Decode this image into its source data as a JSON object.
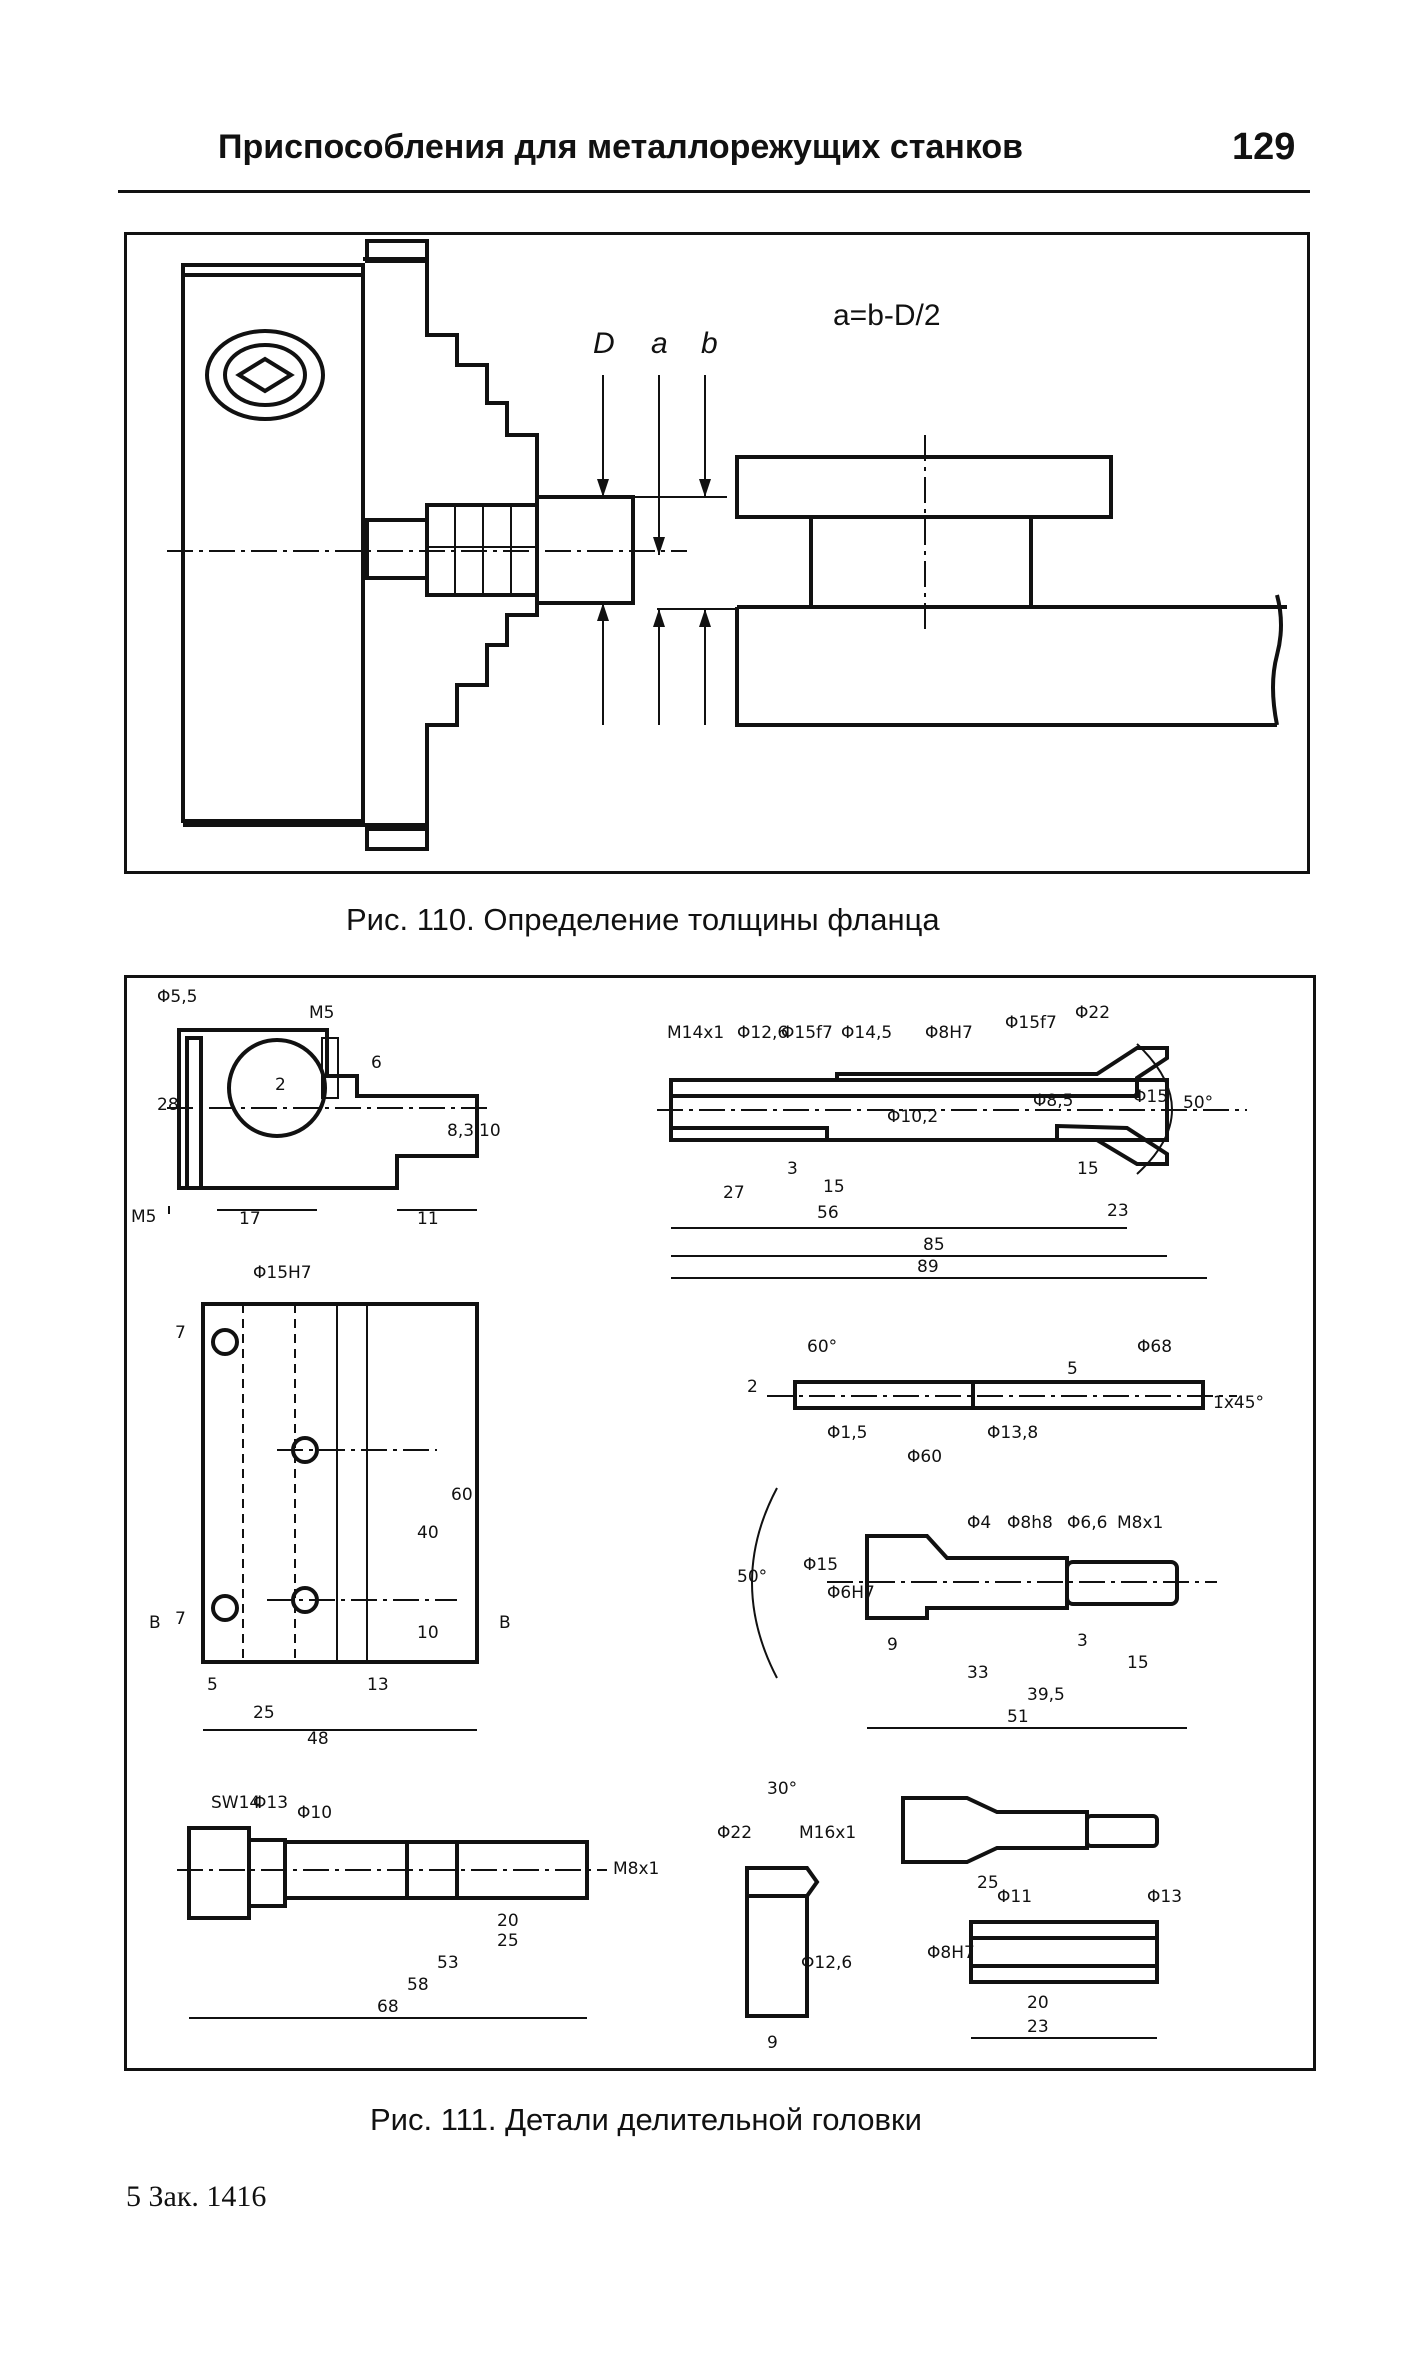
{
  "header": {
    "title": "Приспособления для металлорежущих станков",
    "page_number": "129"
  },
  "figure_110": {
    "caption": "Рис. 110. Определение толщины фланца",
    "formula": "a=b-D/2",
    "labels": [
      "D",
      "a",
      "b"
    ]
  },
  "figure_111": {
    "caption": "Рис. 111. Детали делительной головки",
    "dimensions": {
      "block_top": [
        "Φ5,5",
        "M5",
        "28",
        "2",
        "6",
        "8,3",
        "10",
        "M5",
        "17",
        "11"
      ],
      "block_plan": [
        "Φ15H7",
        "7",
        "7",
        "60",
        "40",
        "10",
        "В",
        "В",
        "5",
        "25",
        "13",
        "48"
      ],
      "shaft": [
        "M14x1",
        "Φ12,6",
        "Φ15f7",
        "Φ14,5",
        "Φ8H7",
        "Φ15f7",
        "Φ22",
        "Φ10,2",
        "Φ8,5",
        "Φ15",
        "50°",
        "3",
        "15",
        "27",
        "56",
        "85",
        "89",
        "15",
        "23"
      ],
      "pin": [
        "60°",
        "2",
        "5",
        "Φ68",
        "1x45°",
        "Φ1,5",
        "Φ13,8",
        "Φ60"
      ],
      "bushing": [
        "50°",
        "Φ15",
        "Φ6H7",
        "Φ4",
        "Φ8h8",
        "Φ6,6",
        "M8x1",
        "9",
        "3",
        "15",
        "33",
        "39,5",
        "51"
      ],
      "bolt": [
        "SW14",
        "Φ13",
        "Φ10",
        "M8x1",
        "20",
        "25",
        "53",
        "58",
        "68"
      ],
      "nut": [
        "30°",
        "Φ22",
        "M16x1",
        "Φ12,6",
        "9"
      ],
      "part_25": [
        "25"
      ],
      "sleeve": [
        "Φ11",
        "Φ13",
        "Φ8H7",
        "20",
        "23"
      ]
    }
  },
  "footer": {
    "note": "5 Зак. 1416"
  }
}
